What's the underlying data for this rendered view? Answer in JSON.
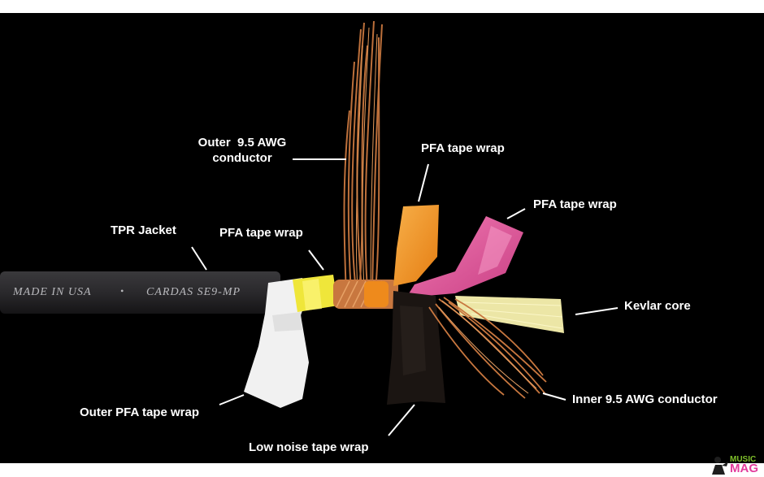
{
  "cable_print": {
    "left": "MADE IN USA",
    "bullet": "•",
    "right": "CARDAS SE9-MP"
  },
  "labels": {
    "outer_conductor": "Outer  9.5 AWG\nconductor",
    "pfa_top": "PFA tape wrap",
    "pfa_right": "PFA tape wrap",
    "tpr_jacket": "TPR Jacket",
    "pfa_left": "PFA tape wrap",
    "kevlar": "Kevlar core",
    "inner_conductor": "Inner 9.5 AWG conductor",
    "outer_pfa": "Outer PFA tape wrap",
    "low_noise": "Low noise tape wrap"
  },
  "watermark": {
    "line1": "MUSIC",
    "line2": "MAG"
  },
  "colors": {
    "background": "#000000",
    "copper": "#c8773f",
    "jacket": "#2a2a2c",
    "yellow_tape": "#f0e63c",
    "orange_tape": "#f39a22",
    "pink_tape": "#e0589a",
    "white_tape": "#f2f2f2",
    "black_tape": "#1a1412",
    "kevlar": "#f4f0b0"
  }
}
